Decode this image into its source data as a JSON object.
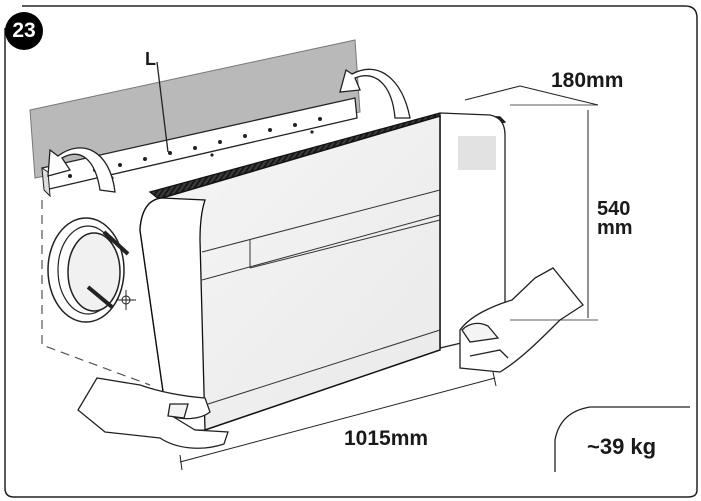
{
  "figure": {
    "number": "23",
    "bracket_label": "L",
    "depth": "180mm",
    "height_value": "540",
    "height_unit": "mm",
    "width": "1015mm",
    "weight": "~39 kg"
  }
}
